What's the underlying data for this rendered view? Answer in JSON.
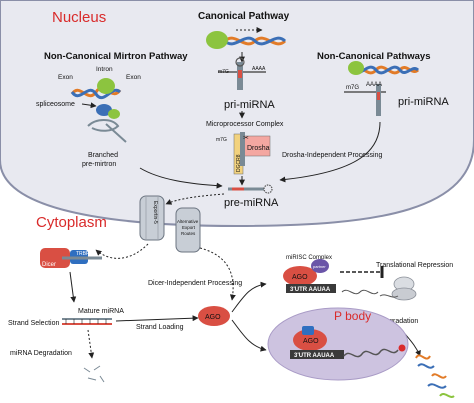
{
  "compartments": {
    "nucleus": "Nucleus",
    "cytoplasm": "Cytoplasm",
    "p_body": "P body"
  },
  "pathways": {
    "canonical": "Canonical Pathway",
    "mirtron": "Non-Canonical Mirtron Pathway",
    "non_canonical": "Non-Canonical Pathways"
  },
  "mirtron": {
    "exon_left": "Exon",
    "intron": "Intron",
    "exon_right": "Exon",
    "spliceosome": "spliceosome",
    "branched_line1": "Branched",
    "branched_line2": "pre-mirtron"
  },
  "canonical": {
    "m7g": "m7G",
    "aaaa": "AAAA",
    "pri_mirna": "pri-miRNA",
    "microprocessor": "Microprocessor Complex",
    "m7g_2": "m7G",
    "dgcr8": "DGCR8",
    "drosha": "Drosha",
    "pre_mirna": "pre-miRNA"
  },
  "non_canonical": {
    "m7g": "m7G",
    "aaaa": "AAAA",
    "pri_mirna": "pri-miRNA",
    "drosha_independent": "Drosha-Independent Processing"
  },
  "export": {
    "exportin5": "Exportin-5",
    "alt_routes_line1": "Alternative",
    "alt_routes_line2": "Export",
    "alt_routes_line3": "Routes"
  },
  "cytoplasm_steps": {
    "dicer": "Dicer",
    "trbp": "TRBP",
    "dicer_independent": "Dicer-Independent Processing",
    "mature_mirna": "Mature miRNA",
    "strand_selection": "Strand Selection",
    "strand_loading": "Strand Loading",
    "ago": "AGO",
    "mirna_degradation": "miRNA Degradation"
  },
  "outcomes": {
    "mirisc": "miRISC Complex",
    "ago": "AGO",
    "partner": "partner",
    "utr": "3'UTR AAUAA",
    "translational_repression": "Translational Repression",
    "mrna_degradation": "mRNA Degradation",
    "pbody_ago": "AGO",
    "pbody_utr": "3'UTR AAUAA"
  },
  "colors": {
    "nucleus_fill": "#e8e9f0",
    "nucleus_stroke": "#8a8fa8",
    "compartment_label": "#d92b2b",
    "pbody_fill": "#cdc3e0",
    "ago": "#d94f43",
    "drosha": "#f4a7a1",
    "dgcr8": "#f2d27e",
    "protein_green": "#8cc43f",
    "protein_blue": "#2f6fc0",
    "pore": "#c8ced6"
  },
  "icons": [
    "rna-hairpin-icon",
    "dna-helix-icon",
    "pore-channel-icon",
    "ribosome-icon",
    "scissors-icon"
  ]
}
